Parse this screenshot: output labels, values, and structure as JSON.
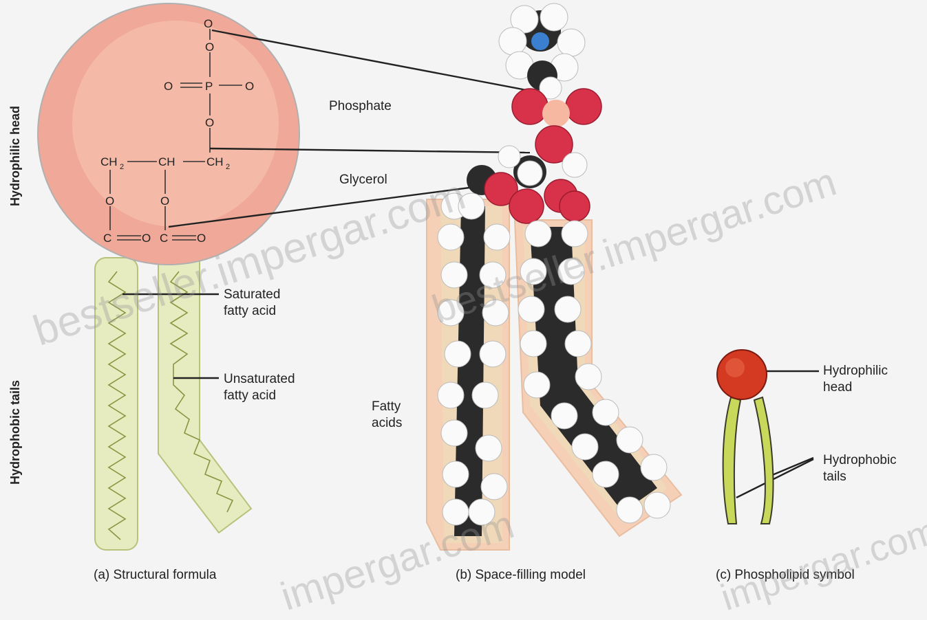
{
  "side_labels": {
    "head": "Hydrophilic head",
    "tails": "Hydrophobic tails"
  },
  "structural": {
    "atom_o_top": "O",
    "atom_o1": "O",
    "atom_o_left": "O",
    "atom_p": "P",
    "atom_o_right": "O",
    "atom_o2": "O",
    "ch2_left": "CH",
    "ch_mid": "CH",
    "ch2_right": "CH",
    "sub2": "2",
    "o_ester_left": "O",
    "o_ester_mid": "O",
    "ester_c1": "C",
    "ester_o1": "O",
    "ester_c2": "C",
    "ester_o2": "O",
    "saturated_line1": "Saturated",
    "saturated_line2": "fatty acid",
    "unsaturated_line1": "Unsaturated",
    "unsaturated_line2": "fatty acid"
  },
  "space_filling": {
    "phosphate": "Phosphate",
    "glycerol": "Glycerol",
    "fatty_line1": "Fatty",
    "fatty_line2": "acids"
  },
  "symbol": {
    "head_line1": "Hydrophilic",
    "head_line2": "head",
    "tails_line1": "Hydrophobic",
    "tails_line2": "tails"
  },
  "captions": {
    "a": "(a) Structural formula",
    "b": "(b) Space-filling model",
    "c": "(c) Phospholipid symbol"
  },
  "watermarks": [
    "bestseller.impergar.com",
    "bestseller.impergar.com",
    "impergar.com",
    "impergar.com"
  ],
  "colors": {
    "head_fill": "#f0a898",
    "head_inner": "#f7c9b5",
    "tail_fill": "#e6ecc0",
    "tail_stroke": "#b7c27a",
    "oxygen": "#d8324a",
    "carbon": "#2b2b2b",
    "hydrogen": "#fafafa",
    "nitrogen": "#3a7fd0",
    "symbol_head": "#d43a22",
    "symbol_tail": "#c8d85a"
  }
}
